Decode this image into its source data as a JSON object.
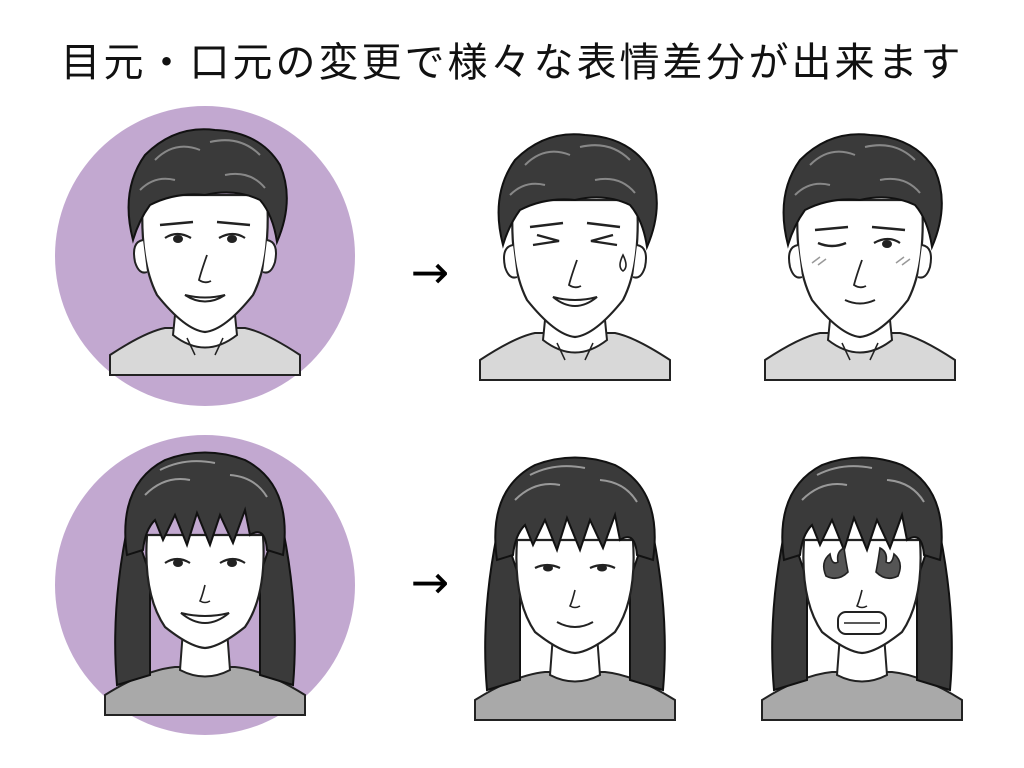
{
  "page": {
    "title": "目元・口元の変更で様々な表情差分が出来ます",
    "background": "#ffffff",
    "accent_circle_color": "#c2a8d0"
  },
  "rows": [
    {
      "name": "male",
      "arrow_glyph": "→",
      "base_face": {
        "expression": "smile",
        "hair": "dark wavy short"
      },
      "variants": [
        {
          "expression": "eyes-squeezed grin with sweat drop"
        },
        {
          "expression": "wink with blush"
        }
      ]
    },
    {
      "name": "female",
      "arrow_glyph": "→",
      "base_face": {
        "expression": "big smile",
        "hair": "dark bob with bangs"
      },
      "variants": [
        {
          "expression": "gentle smile"
        },
        {
          "expression": "angry with fiery eyes, gritted teeth"
        }
      ]
    }
  ]
}
